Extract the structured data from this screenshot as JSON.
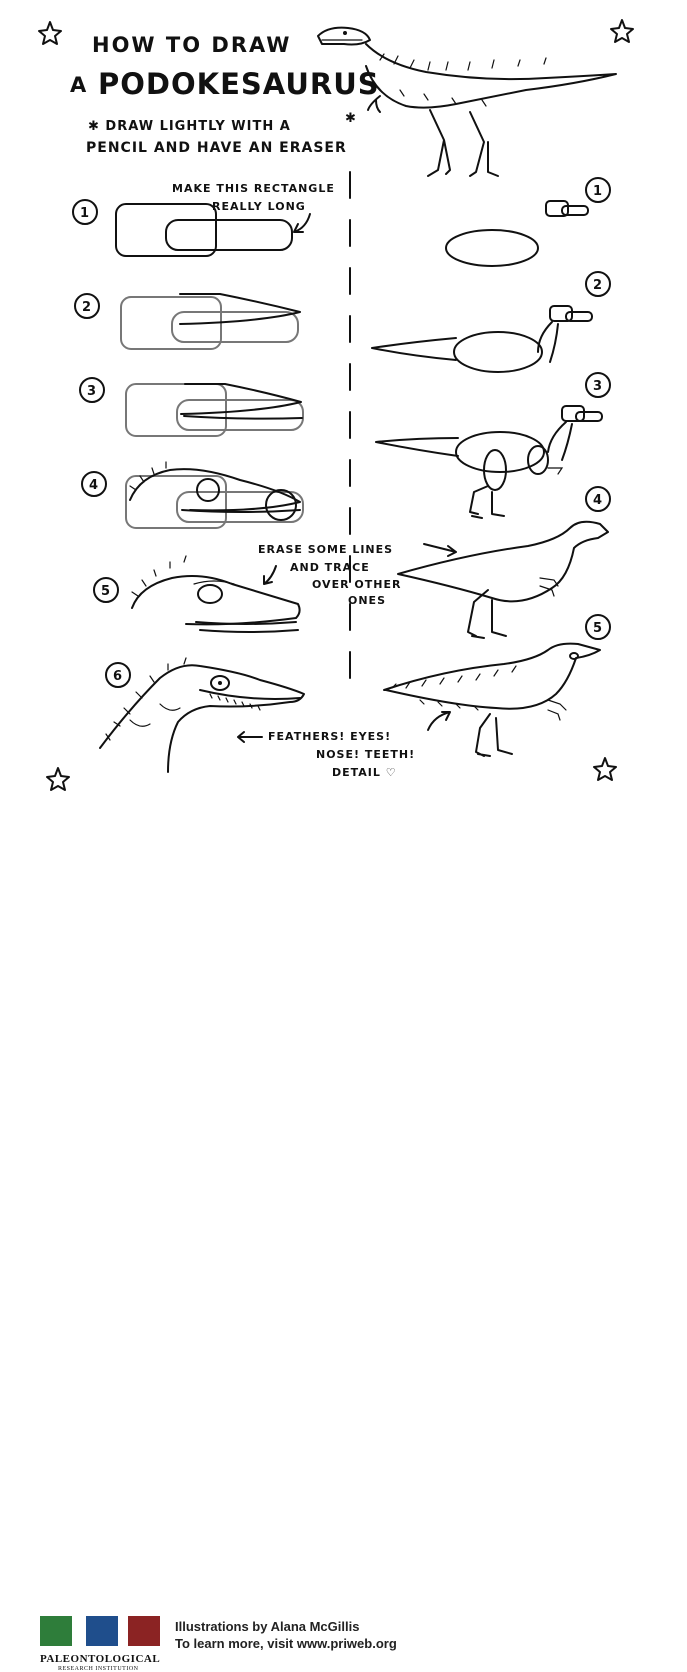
{
  "title": {
    "line1": "HOW TO DRAW",
    "line2_prefix": "A",
    "line2_name": "PODOKESAURUS"
  },
  "instruction": {
    "line1": "DRAW LIGHTLY WITH A",
    "line2": "PENCIL AND HAVE AN ERASER"
  },
  "notes": {
    "rectangle_line1": "MAKE THIS RECTANGLE",
    "rectangle_line2": "REALLY LONG",
    "erase_line1": "ERASE SOME LINES",
    "erase_line2": "AND TRACE",
    "erase_line3": "OVER OTHER",
    "erase_line4": "ONES",
    "detail_line1": "FEATHERS! EYES!",
    "detail_line2": "NOSE! TEETH!",
    "detail_line3": "DETAIL"
  },
  "head_steps": [
    "1",
    "2",
    "3",
    "4",
    "5",
    "6"
  ],
  "body_steps": [
    "1",
    "2",
    "3",
    "4",
    "5"
  ],
  "footer": {
    "credit": "Illustrations by Alana McGillis",
    "learn_more": "To learn more, visit www.priweb.org",
    "org_name": "PALEONTOLOGICAL",
    "org_sub": "RESEARCH INSTITUTION",
    "logo_colors": [
      "#2e7d3a",
      "#1f4e8c",
      "#8b2323"
    ]
  }
}
